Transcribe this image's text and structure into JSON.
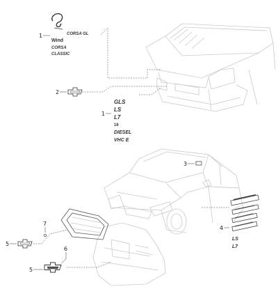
{
  "callouts": {
    "c1a": "1",
    "c2": "2",
    "c1b": "1",
    "c3": "3",
    "c4": "4",
    "c5a": "5",
    "c6": "6",
    "c7": "7",
    "c5b": "5"
  },
  "badges_top": {
    "line1": "CORSA GL",
    "line2": "Wind",
    "line3": "CORSA",
    "line4": "CLASSIC"
  },
  "badges_mid": {
    "line1": "GLS",
    "line2": "LS",
    "line3": "L7",
    "line4": "16",
    "line5": "DIESEL",
    "line6": "VHC E"
  },
  "badges_right": {
    "line1": "LS",
    "line2": "L7"
  },
  "icons": [
    "bowtie-emblem-icon",
    "corsa-logo-icon"
  ]
}
